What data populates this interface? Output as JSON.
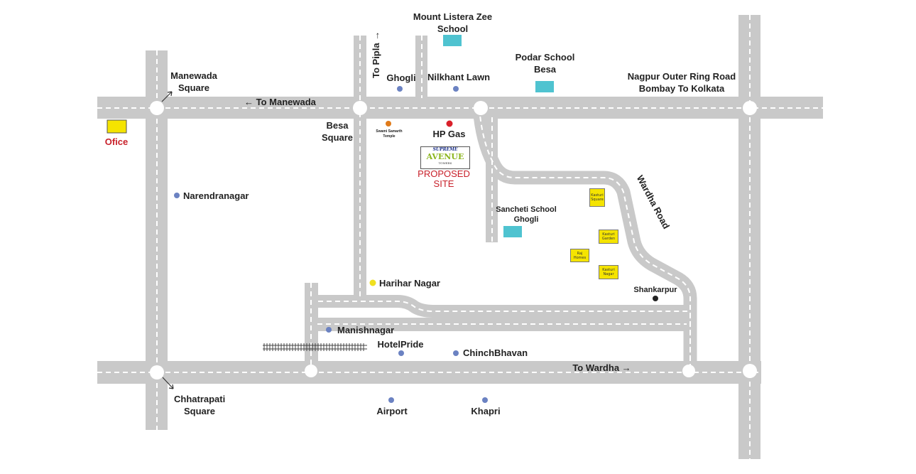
{
  "colors": {
    "road": "#c9c9c9",
    "dash": "#ffffff",
    "landmark_dot": "#6b82c2",
    "school_box": "#4fc3d0",
    "office_box": "#f5e400",
    "hp_gas": "#d9202a",
    "temple": "#e07b1a",
    "harihar": "#f0e020",
    "shankarpur": "#222222"
  },
  "labels": {
    "manewada_square": "Manewada\nSquare",
    "office": "Ofice",
    "to_manewada": "← To Manewada",
    "besa_square": "Besa\nSquare",
    "to_pipla": "To Pipla →",
    "ghogli": "Ghogli",
    "nilkhant_lawn": "Nilkhant Lawn",
    "mount_listera": "Mount Listera Zee\nSchool",
    "podar_school": "Podar School\nBesa",
    "outer_ring_road": "Nagpur Outer Ring Road\nBombay To Kolkata",
    "swami_samarth": "Swami Samarth\nTemple",
    "hp_gas": "HP Gas",
    "proposed_site": "PROPOSED\nSITE",
    "narendranagar": "Narendranagar",
    "sancheti_school": "Sancheti School\nGhogli",
    "wardha_road": "Wardha Road",
    "harihar_nagar": "Harihar Nagar",
    "shankarpur": "Shankarpur",
    "manishnagar": "Manishnagar",
    "hotel_pride": "HotelPride",
    "chinch_bhavan": "ChinchBhavan",
    "to_wardha": "To Wardha →",
    "chhatrapati_square": "Chhatrapati\nSquare",
    "airport": "Airport",
    "khapri": "Khapri"
  },
  "logo": {
    "line1": "SUPREME",
    "line2": "AVENUE",
    "line3": "TOWERS"
  },
  "badges": {
    "kasturi_square": "Kasturi\nSquare",
    "kasturi_garden": "Kasturi\nGarden",
    "raj_homes": "Raj Homes",
    "kasturi_nagar": "Kasturi\nNagar"
  }
}
